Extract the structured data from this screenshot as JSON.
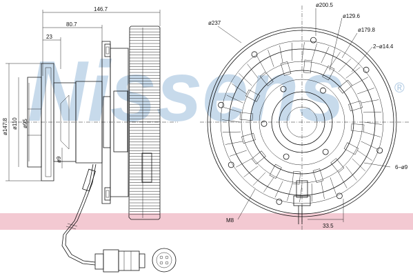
{
  "watermark": {
    "text": "Nissens",
    "mark": "®",
    "color": "#9bbcdc",
    "band_color": "#f3c9d2"
  },
  "side_view": {
    "dims": {
      "overall_length": "146.7",
      "length_2": "80.7",
      "length_3": "23",
      "dia_fan": "ø147.8",
      "dia_110": "ø110",
      "dia_95": "ø95",
      "dia_9": "ø9"
    }
  },
  "front_view": {
    "dims": {
      "dia_237": "ø237",
      "dia_200_5": "ø200.5",
      "dia_129_6": "ø129.6",
      "dia_179_8": "ø179.8",
      "holes_2": "2–ø14.4",
      "holes_6": "6–ø9",
      "thread": "M8",
      "offset": "33.5"
    }
  },
  "colors": {
    "line": "#111111",
    "band": "#f3c9d2",
    "watermark": "#9bbcdc"
  }
}
